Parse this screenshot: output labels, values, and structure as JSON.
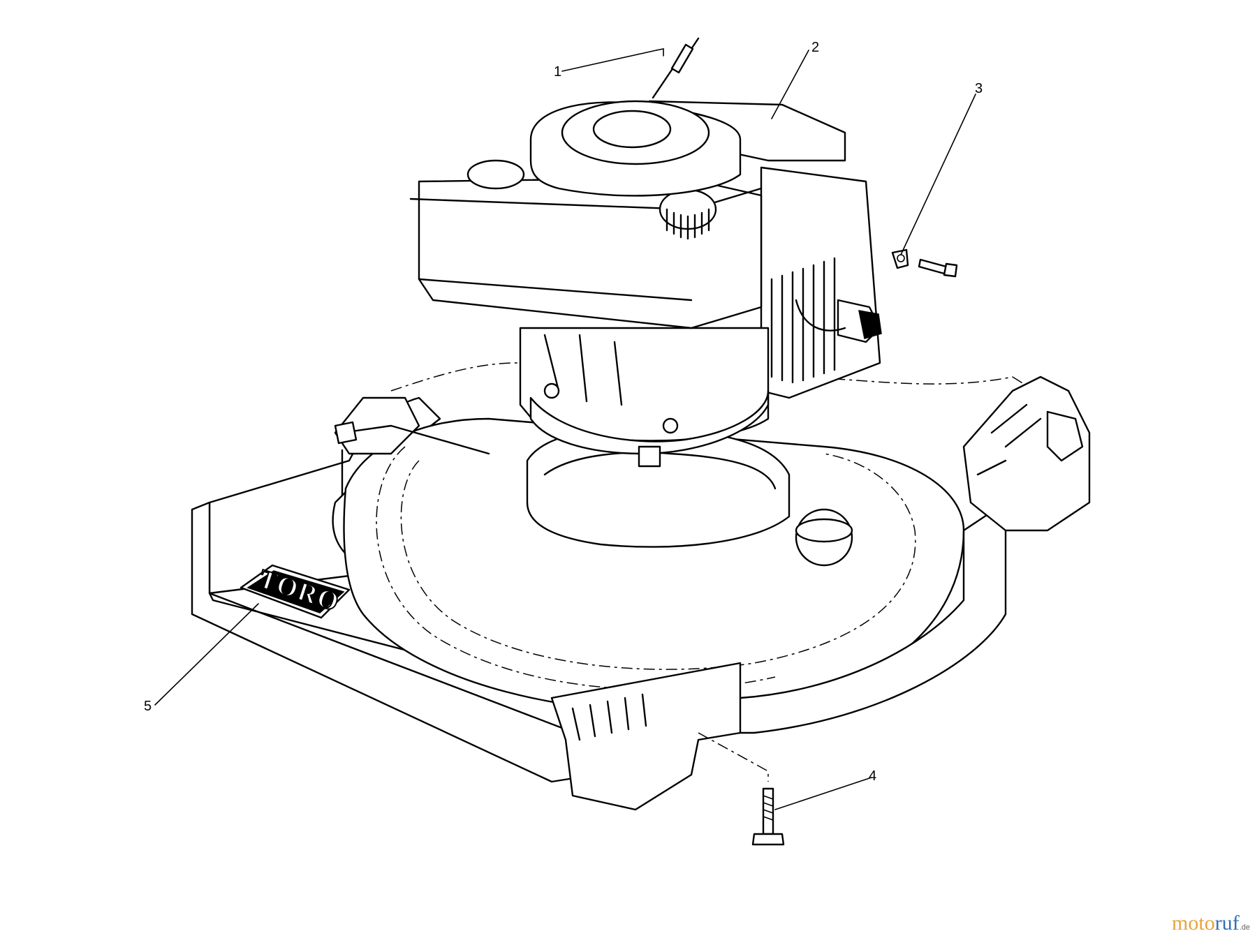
{
  "callouts": [
    {
      "id": "1",
      "label": "1"
    },
    {
      "id": "2",
      "label": "2"
    },
    {
      "id": "3",
      "label": "3"
    },
    {
      "id": "4",
      "label": "4"
    },
    {
      "id": "5",
      "label": "5"
    }
  ],
  "deck_logo": "TORO",
  "watermark": {
    "part1": "moto",
    "part2": "ruf",
    "suffix": ".de"
  }
}
